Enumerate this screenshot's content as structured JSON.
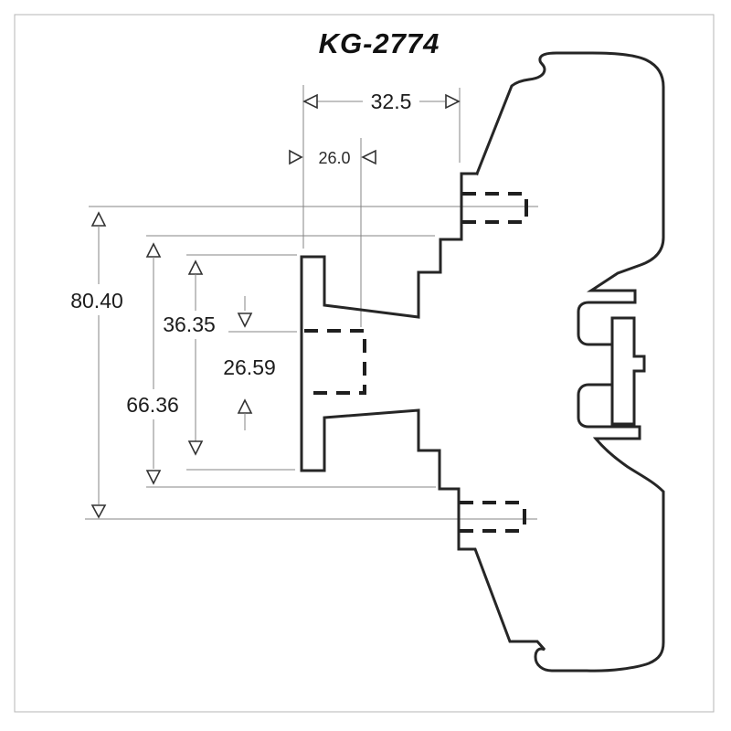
{
  "title": "KG-2774",
  "dimensions": {
    "overall_depth": "32.5",
    "inner_depth": "26.0",
    "overall_height": "80.40",
    "flange_height": "36.35",
    "bore_height": "26.59",
    "body_height": "66.36"
  }
}
